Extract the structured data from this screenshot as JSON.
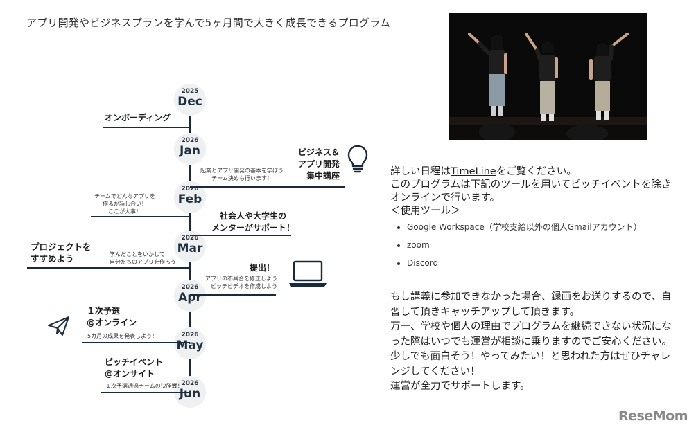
{
  "headline": "アプリ開発やビジネスプランを学んで5ヶ月間で大きく成長できるプログラム",
  "timeline": {
    "dates": [
      {
        "year": "2025",
        "month": "Dec"
      },
      {
        "year": "2026",
        "month": "Jan"
      },
      {
        "year": "2026",
        "month": "Feb"
      },
      {
        "year": "2026",
        "month": "Mar"
      },
      {
        "year": "2026",
        "month": "Apr"
      },
      {
        "year": "2026",
        "month": "May"
      },
      {
        "year": "2026",
        "month": "Jun"
      }
    ],
    "onboarding": "オンボーディング",
    "jan_note": [
      "起業とアプリ開発の基本を学ぼう",
      "チーム決めも行います！"
    ],
    "business": [
      "ビジネス＆",
      "アプリ開発",
      "集中講座"
    ],
    "feb_note": [
      "チームでどんなアプリを",
      "作るか話し合い！",
      "ここが大事！"
    ],
    "mentor": [
      "社会人や大学生の",
      "メンターがサポート！"
    ],
    "project": [
      "プロジェクトを",
      "すすめよう"
    ],
    "mar_note": [
      "学んだことをいかして",
      "自分たちのアプリを作ろう"
    ],
    "submit": "提出！",
    "submit_note": [
      "アプリの不具合を修正しよう",
      "ピッチビデオを作成しよう"
    ],
    "prelim": [
      "１次予選",
      "@オンライン"
    ],
    "prelim_note": "5カ月の成果を発表しよう！",
    "pitch": [
      "ピッチイベント",
      "@オンサイト"
    ],
    "pitch_note": "１次予選通過チームの決勝戦！"
  },
  "info": {
    "schedule_prefix": "詳しい日程は",
    "schedule_link": "TimeLine",
    "schedule_suffix": "をご覧ください。",
    "online_line": "このプログラムは下記のツールを用いてピッチイベントを除きオンラインで行います。",
    "tools_heading": "＜使用ツール＞",
    "tools": [
      "Google Workspace（学校支給以外の個人Gmailアカウント）",
      "zoom",
      "Discord"
    ]
  },
  "notice": [
    "もし講義に参加できなかった場合、録画をお送りするので、自習して頂きキャッチアップして頂きます。",
    "万一、学校や個人の理由でプログラムを継続できない状況になった際はいつでも運営が相談に乗りますのでご安心ください。少しでも面白そう！やってみたい！と思われた方はぜひチャレンジしてください！",
    "運営が全力でサポートします。"
  ],
  "logo": "ReseMom"
}
